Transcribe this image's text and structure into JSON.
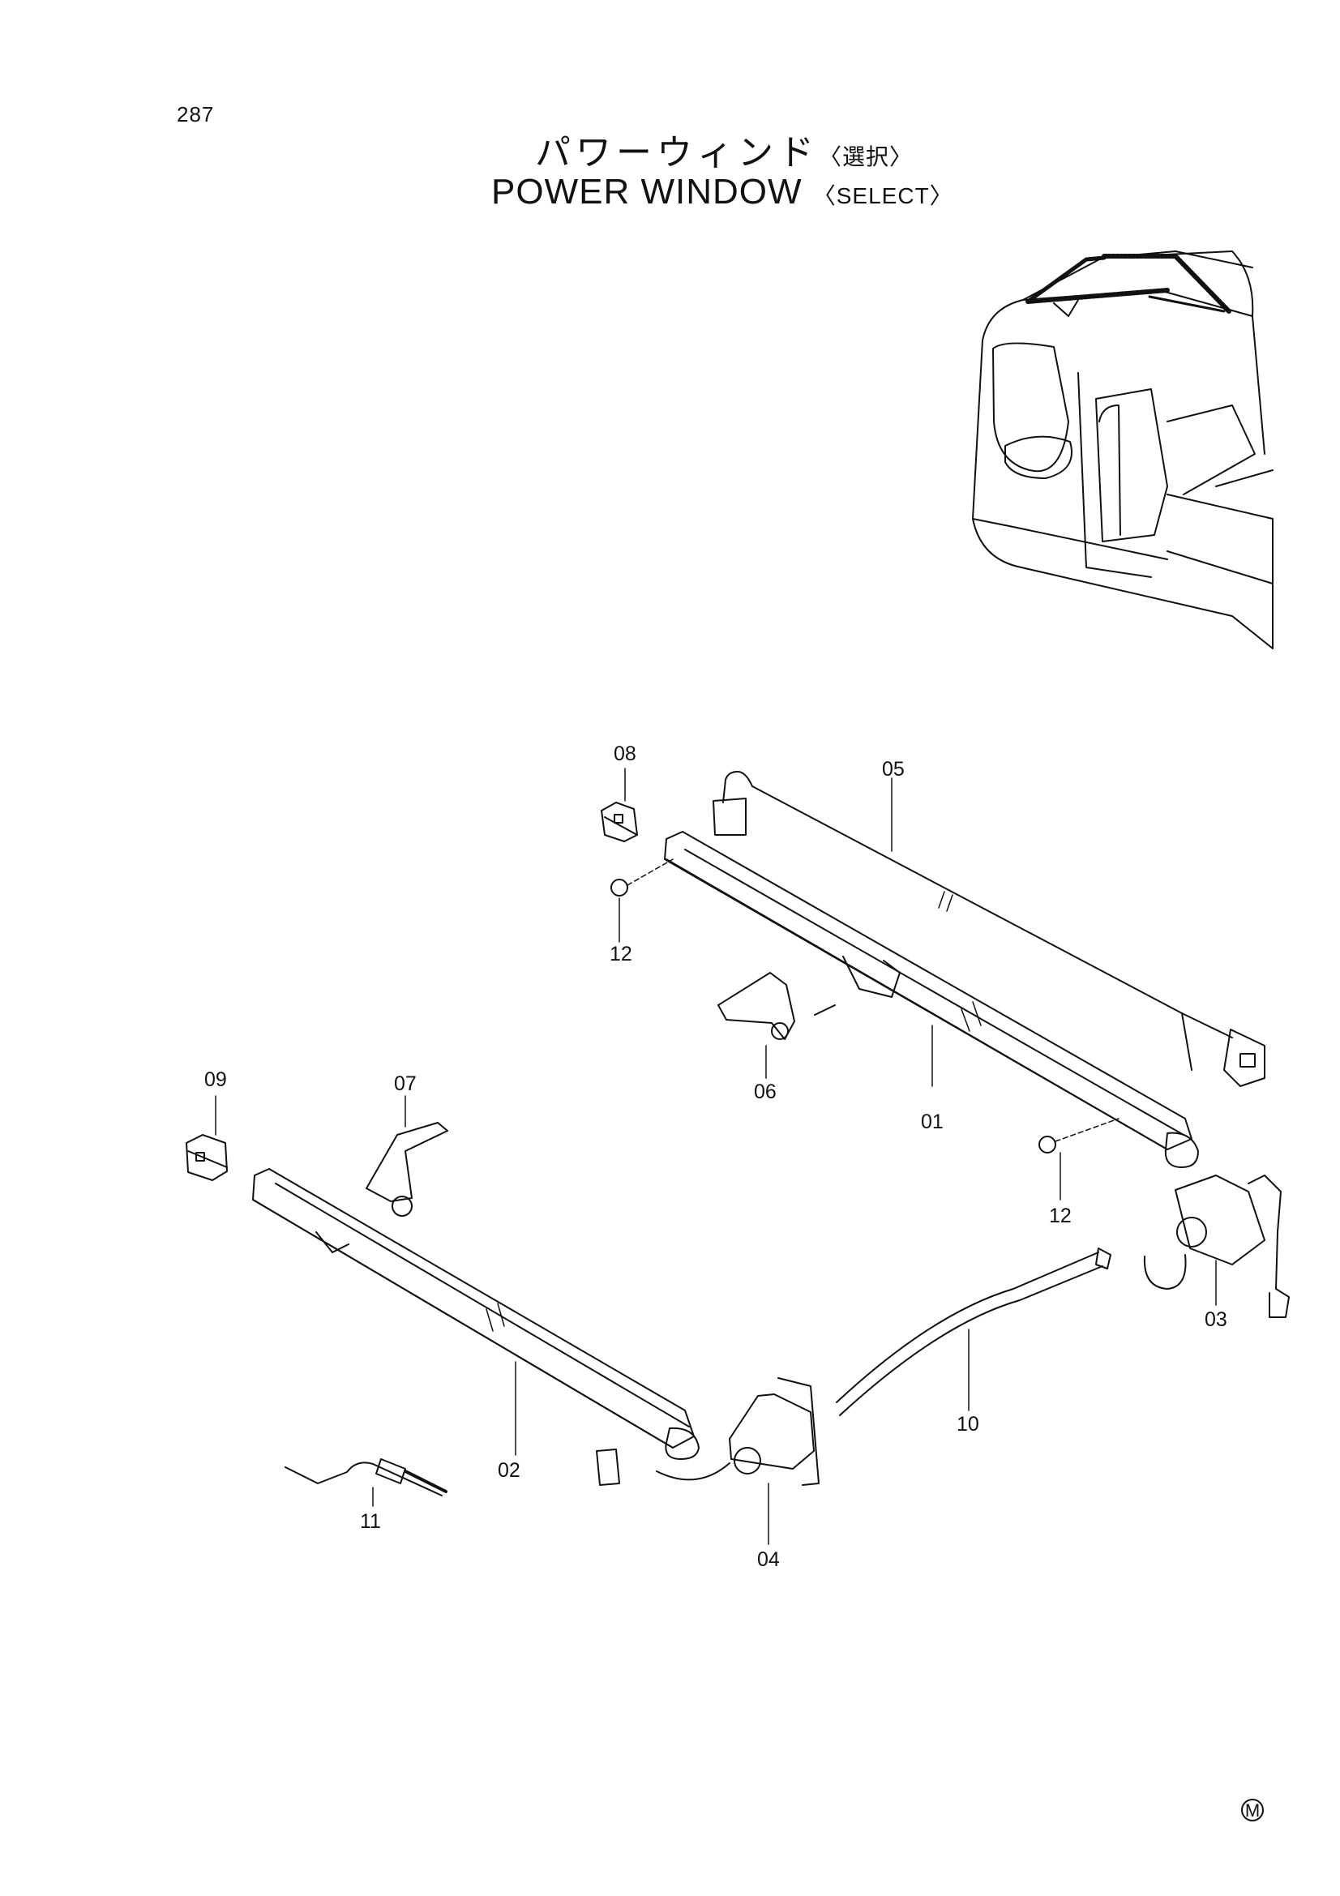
{
  "page_number": "287",
  "title": {
    "japanese": "パワーウィンド",
    "japanese_select": "〈選択〉",
    "english": "POWER WINDOW",
    "english_select": "〈SELECT〉"
  },
  "parts": [
    {
      "number": "01"
    },
    {
      "number": "02"
    },
    {
      "number": "03"
    },
    {
      "number": "04"
    },
    {
      "number": "05"
    },
    {
      "number": "06"
    },
    {
      "number": "07"
    },
    {
      "number": "08"
    },
    {
      "number": "09"
    },
    {
      "number": "10"
    },
    {
      "number": "11"
    },
    {
      "number": "12"
    },
    {
      "number": "12"
    }
  ],
  "corner_mark": "M"
}
